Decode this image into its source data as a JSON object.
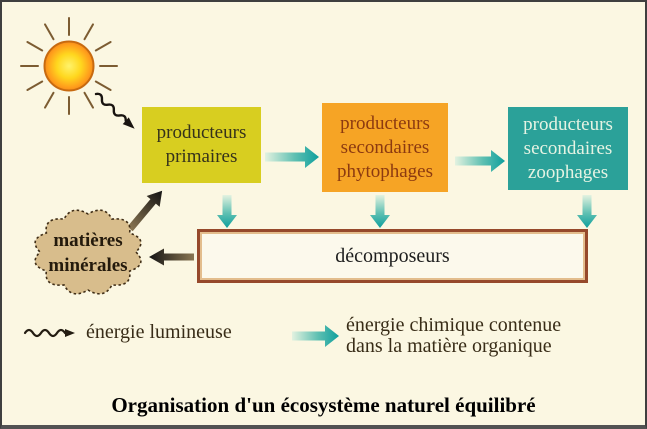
{
  "nodes": {
    "primary_producers": {
      "lines": [
        "producteurs",
        "primaires"
      ],
      "color": "#d8ce20"
    },
    "secondary_phytophages": {
      "lines": [
        "producteurs",
        "secondaires",
        "phytophages"
      ],
      "color": "#f6a425"
    },
    "secondary_zoophages": {
      "lines": [
        "producteurs",
        "secondaires",
        "zoophages"
      ],
      "color": "#2ba199"
    },
    "decomposers": {
      "label": "décomposeurs",
      "border_color": "#96492b"
    },
    "mineral_matter": {
      "lines": [
        "matières",
        "minérales"
      ],
      "color": "#d8bd8c"
    }
  },
  "legend": {
    "light_energy": {
      "label": "énergie lumineuse"
    },
    "chemical_energy": {
      "lines": [
        "énergie chimique contenue",
        "dans la matière organique"
      ]
    }
  },
  "caption": "Organisation d'un écosystème naturel équilibré",
  "icons": {
    "sun": "sun-icon",
    "wavy_arrow": "light-energy-arrow",
    "teal_arrow": "chemical-energy-arrow",
    "black_arrow": "matter-transfer-arrow"
  },
  "colors": {
    "background": "#fbf7e2",
    "energy_arrow_teal": "#0e9f9d",
    "sun_core": "#fff36b",
    "sun_edge": "#ef7d12",
    "cloud_fill": "#d8bd8c"
  }
}
